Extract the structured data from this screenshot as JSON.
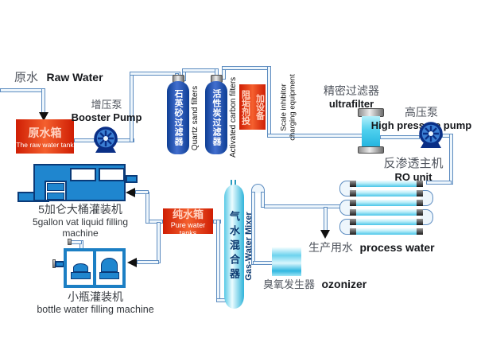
{
  "nodes": {
    "raw_water": {
      "zh": "原水",
      "en": "Raw Water"
    },
    "raw_tank": {
      "zh": "原水箱",
      "en": "The raw water tank"
    },
    "booster_pump": {
      "zh": "增压泵",
      "en": "Booster Pump"
    },
    "quartz_filter": {
      "zh": "石英砂过滤器",
      "en": "Quartz sand filters"
    },
    "carbon_filter": {
      "zh": "活性炭过滤器",
      "en": "Activated carbon filters"
    },
    "scale_inhibitor": {
      "zh_left": "阻垢剂投",
      "zh_right": "加设备",
      "en1": "Scale inhibitor",
      "en2": "charging equipment"
    },
    "ultrafilter": {
      "zh": "精密过滤器",
      "en": "ultrafilter"
    },
    "high_pressure_pump": {
      "zh": "高压泵",
      "en": "High pressure pump"
    },
    "ro_unit": {
      "zh": "反渗透主机",
      "en": "RO unit"
    },
    "pure_tank": {
      "zh": "纯水箱",
      "en": "Pure water tanks"
    },
    "mixer": {
      "zh": "气水混合器",
      "en": "Gas-Water Mixer"
    },
    "process_water": {
      "zh": "生产用水",
      "en": "process water"
    },
    "ozonizer": {
      "zh": "臭氧发生器",
      "en": "ozonizer"
    },
    "vat_filler": {
      "zh": "5加仑大桶灌装机",
      "en": "5gallon vat liquid filling machine"
    },
    "bottle_filler": {
      "zh": "小瓶灌装机",
      "en": "bottle water filling machine"
    }
  },
  "colors": {
    "pipe_outline": "#5d8cc0",
    "tank_red": "#cf1e04",
    "filter_blue": "#0e3e94",
    "cyan": "#2fb5da",
    "machine_blue": "#1f86cf",
    "arrow_black": "#101010"
  }
}
